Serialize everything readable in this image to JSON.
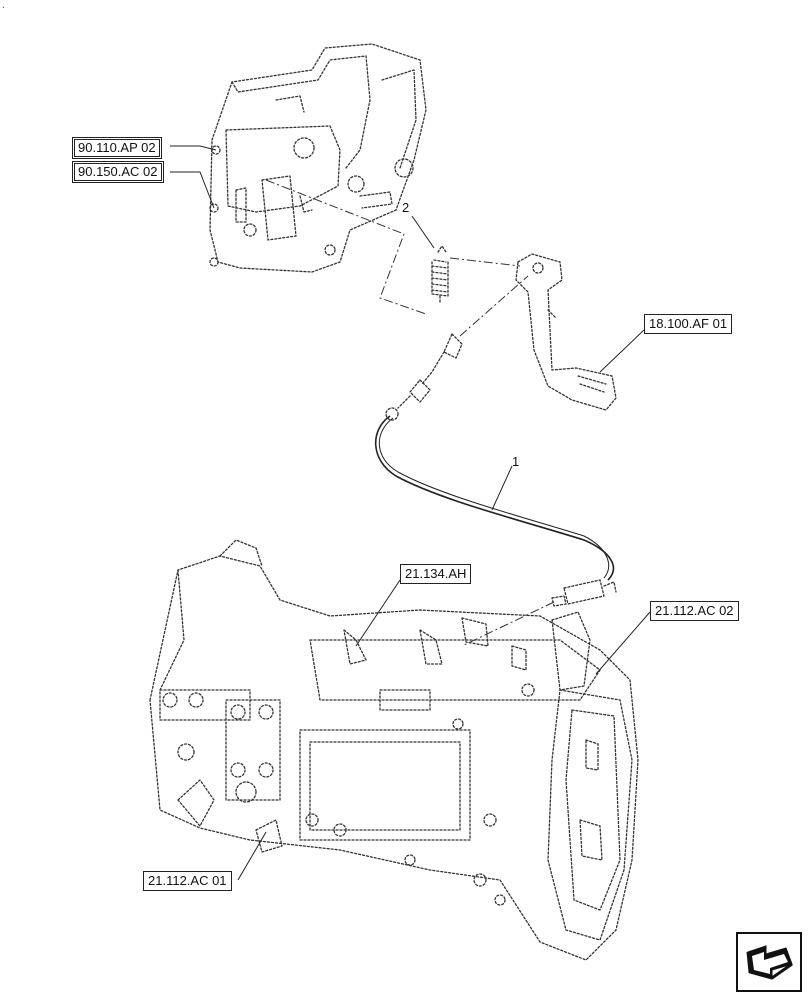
{
  "references": {
    "ref_1": "90.110.AP 02",
    "ref_2": "90.150.AC 02",
    "ref_3": "18.100.AF 01",
    "ref_4": "21.134.AH",
    "ref_5": "21.112.AC 02",
    "ref_6": "21.112.AC 01"
  },
  "callouts": {
    "item_1": "1",
    "item_2": "2"
  },
  "corner_mark": "."
}
